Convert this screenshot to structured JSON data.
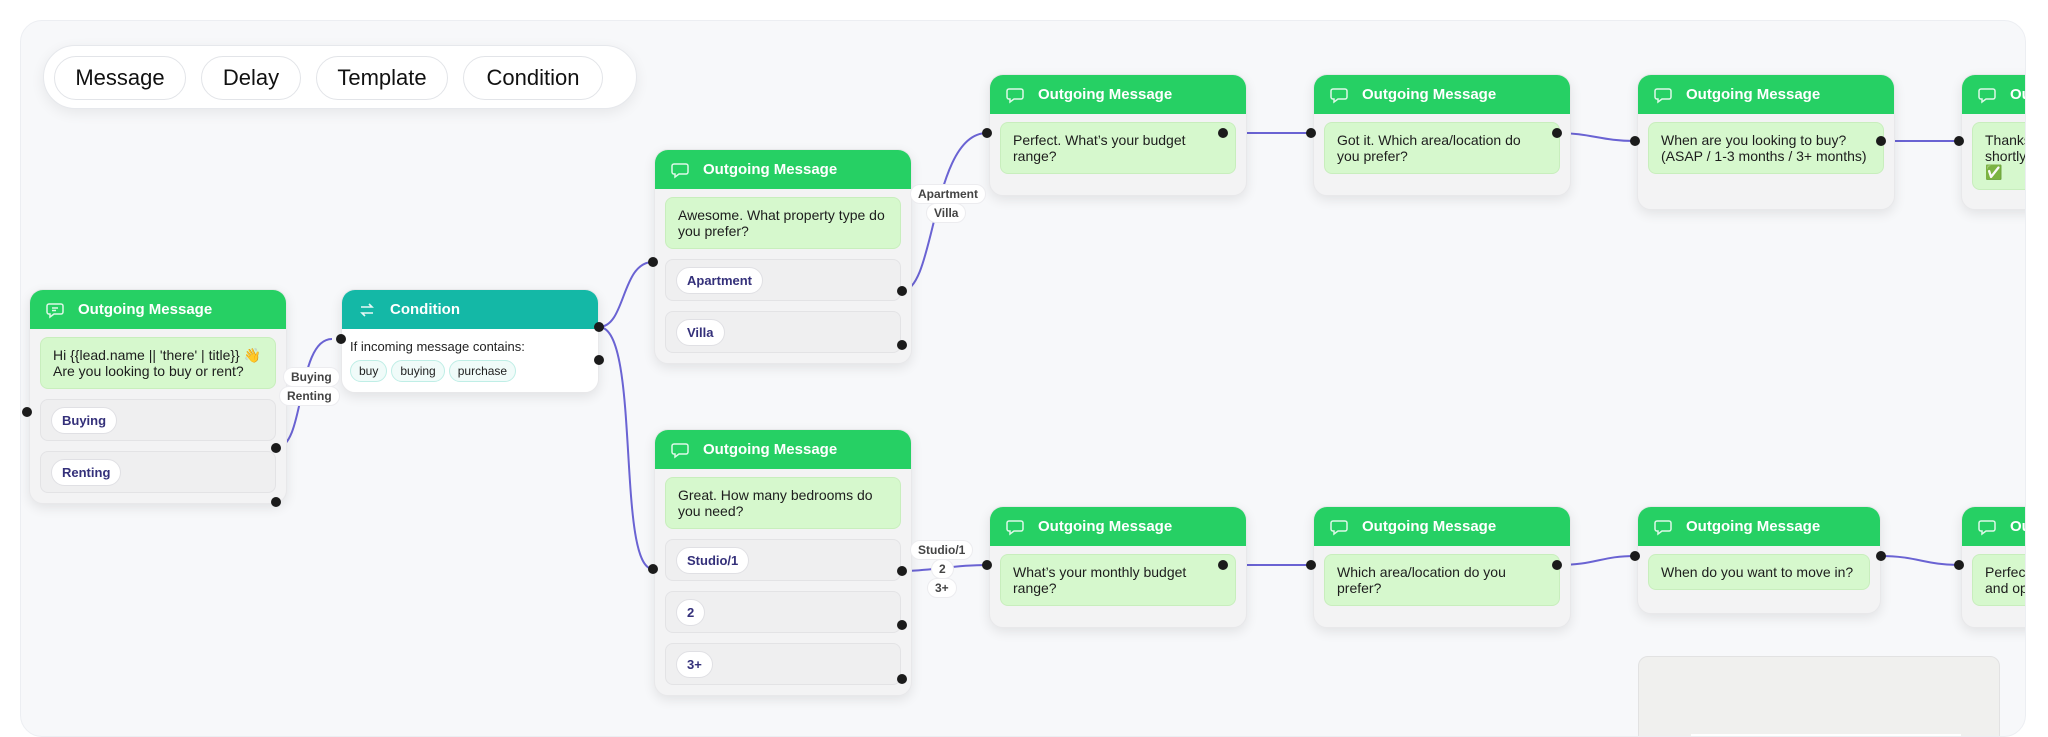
{
  "toolbar": {
    "message": "Message",
    "delay": "Delay",
    "template": "Template",
    "condition": "Condition"
  },
  "colors": {
    "outgoing_header": "#26d064",
    "condition_header": "#14b8a6",
    "edge": "#6a63d3",
    "bubble": "#d6f8cd"
  },
  "nodes": {
    "start": {
      "title": "Outgoing Message",
      "message": "Hi {{lead.name || 'there' | title}} 👋\nAre you looking to buy or rent?",
      "options": [
        "Buying",
        "Renting"
      ]
    },
    "condition": {
      "title": "Condition",
      "text": "If incoming message contains:",
      "keywords": [
        "buy",
        "buying",
        "purchase"
      ]
    },
    "buy_type": {
      "title": "Outgoing Message",
      "message": "Awesome. What property type do you prefer?",
      "options": [
        "Apartment",
        "Villa"
      ]
    },
    "rent_bedrooms": {
      "title": "Outgoing Message",
      "message": "Great. How many bedrooms do you need?",
      "options": [
        "Studio/1",
        "2",
        "3+"
      ]
    },
    "buy_budget": {
      "title": "Outgoing Message",
      "message": "Perfect. What’s your budget range?"
    },
    "buy_area": {
      "title": "Outgoing Message",
      "message": "Got it. Which area/location do you prefer?"
    },
    "buy_timeline": {
      "title": "Outgoing Message",
      "message": "When are you looking to buy? (ASAP / 1-3 months / 3+ months)"
    },
    "buy_thanks": {
      "title": "Outgoing Message",
      "message": "Thanks\nshortly\n✅"
    },
    "rent_budget": {
      "title": "Outgoing Message",
      "message": "What’s your monthly budget range?"
    },
    "rent_area": {
      "title": "Outgoing Message",
      "message": "Which area/location do you prefer?"
    },
    "rent_move": {
      "title": "Outgoing Message",
      "message": "When do you want to move in?"
    },
    "rent_final": {
      "title": "Outgoing Message",
      "message": "Perfec\nand op"
    }
  },
  "edge_labels": {
    "buying": "Buying",
    "renting": "Renting",
    "apartment": "Apartment",
    "villa": "Villa",
    "studio": "Studio/1",
    "two": "2",
    "three_plus": "3+"
  }
}
